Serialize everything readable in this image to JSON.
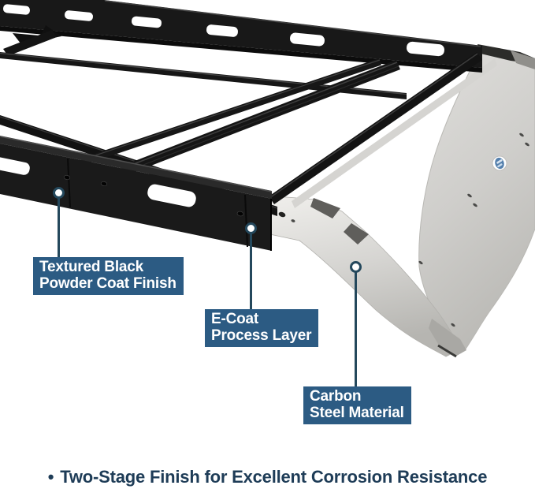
{
  "diagram": {
    "subject": "roof-rack-corrosion-finish-diagram",
    "badge_icon": "brand-logo-badge"
  },
  "callouts": [
    {
      "id": "textured-black-powder-coat-finish",
      "line1": "Textured Black",
      "line2": "Powder Coat Finish"
    },
    {
      "id": "e-coat-process-layer",
      "line1": "E-Coat",
      "line2": "Process Layer"
    },
    {
      "id": "carbon-steel-material",
      "line1": "Carbon",
      "line2": "Steel Material"
    }
  ],
  "footer": {
    "bullet": "•",
    "text": "Two-Stage Finish for Excellent Corrosion Resistance"
  },
  "colors": {
    "callout_bg": "#2c5b83",
    "callout_text": "#ffffff",
    "leader_line": "#24485c",
    "footer_text": "#1e3c57",
    "rack_black": "#181818",
    "fairing_silver": "#d3d2cf",
    "badge_blue": "#5580ad"
  }
}
